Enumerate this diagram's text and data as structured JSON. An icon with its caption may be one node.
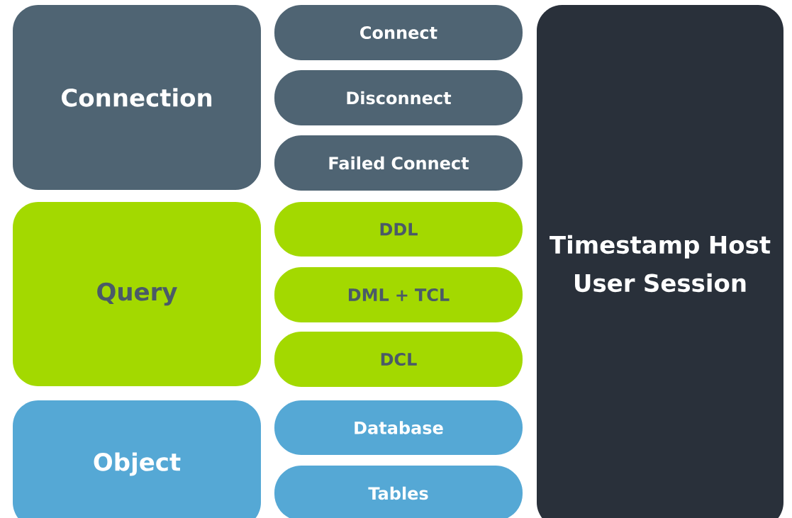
{
  "diagram": {
    "nodes": [
      {
        "text": [
          "Connection"
        ]
      },
      {
        "text": [
          "Connect"
        ]
      },
      {
        "text": [
          "Disconnect"
        ]
      },
      {
        "text": [
          "Failed Connect"
        ]
      },
      {
        "text": [
          "Query"
        ]
      },
      {
        "text": [
          "DDL"
        ]
      },
      {
        "text": [
          "DML + TCL"
        ]
      },
      {
        "text": [
          "DCL"
        ]
      },
      {
        "text": [
          "Object"
        ]
      },
      {
        "text": [
          "Database"
        ]
      },
      {
        "text": [
          "Tables"
        ]
      },
      {
        "text": [
          "Timestamp Host User Session"
        ]
      }
    ]
  }
}
